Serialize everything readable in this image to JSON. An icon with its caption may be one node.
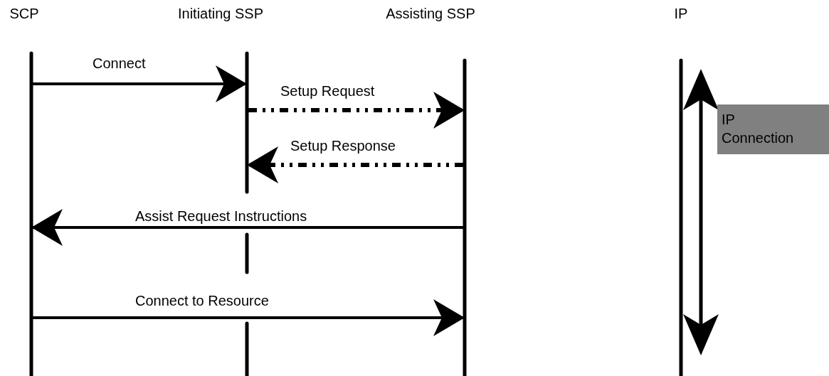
{
  "diagram": {
    "nodes": [
      {
        "text": [
          "SCP"
        ]
      },
      {
        "text": [
          "Initiating SSP"
        ]
      },
      {
        "text": [
          "Assisting SSP"
        ]
      },
      {
        "text": [
          "IP"
        ]
      },
      {
        "text": [
          "IP Connection"
        ]
      }
    ],
    "edges": [
      {
        "from": 0,
        "to": 1,
        "arrow": "to",
        "label": "Connect"
      },
      {
        "from": 1,
        "to": 2,
        "arrow": "to",
        "label": "Setup Request",
        "style": "dashed"
      },
      {
        "from": 2,
        "to": 1,
        "arrow": "to",
        "label": "Setup Response",
        "style": "dashed"
      },
      {
        "from": 2,
        "to": 0,
        "arrow": "to",
        "label": "Assist Request Instructions"
      },
      {
        "from": 0,
        "to": 2,
        "arrow": "to",
        "label": "Connect to Resource"
      }
    ]
  }
}
